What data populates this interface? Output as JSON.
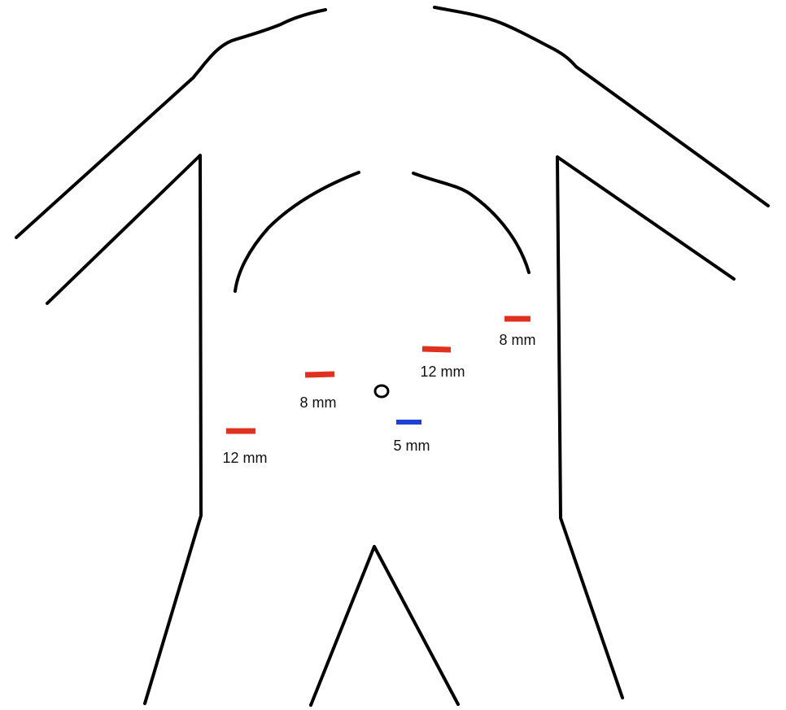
{
  "colors": {
    "outline": "#000000",
    "robotic_port": "#e0301e",
    "assistant_port": "#1f3fd6",
    "umbilicus": "#000000",
    "background": "#ffffff"
  },
  "ports": [
    {
      "id": "far-right-of-patient",
      "label": "12 mm",
      "type": "robotic"
    },
    {
      "id": "right-mid",
      "label": "8 mm",
      "type": "robotic"
    },
    {
      "id": "assistant",
      "label": "5 mm",
      "type": "assistant"
    },
    {
      "id": "left-mid",
      "label": "12 mm",
      "type": "robotic"
    },
    {
      "id": "far-left-of-patient",
      "label": "8 mm",
      "type": "robotic"
    }
  ]
}
